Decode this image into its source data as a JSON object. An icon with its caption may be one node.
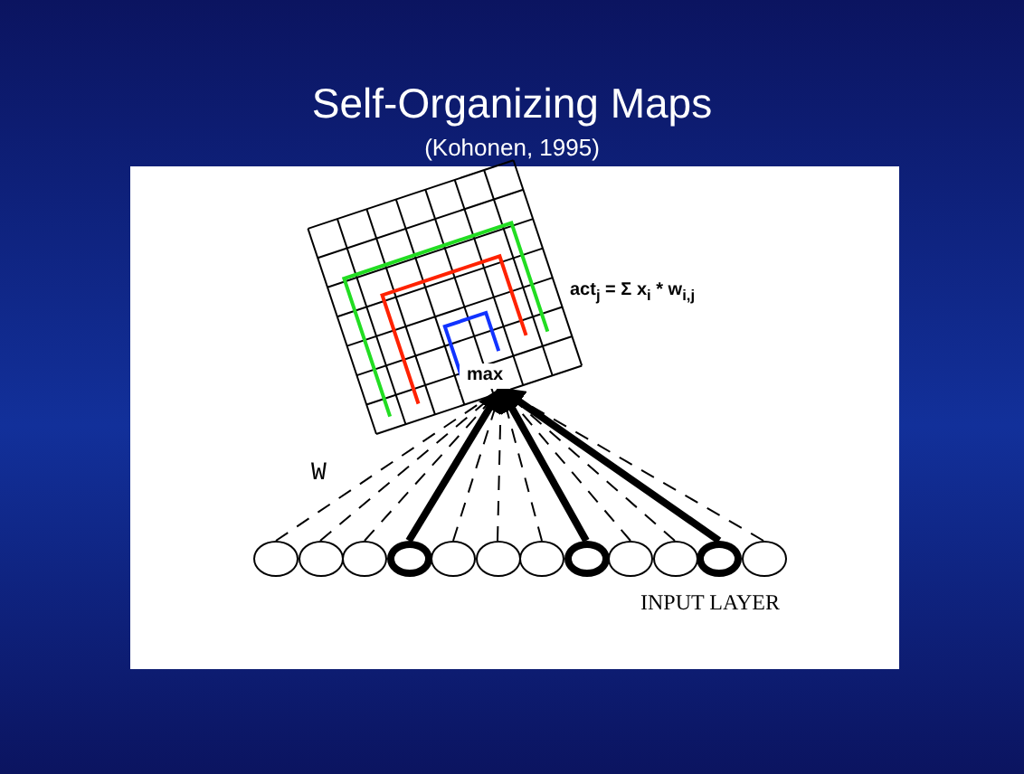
{
  "diagram": {
    "title": "Self-Organizing Maps",
    "nodes": [
      {
        "text": [
          "max"
        ]
      },
      {
        "text": [],
        "shape": "circle"
      },
      {
        "text": [],
        "shape": "circle"
      },
      {
        "text": [],
        "shape": "circle"
      },
      {
        "text": [],
        "shape": "circle"
      },
      {
        "text": [],
        "shape": "circle"
      },
      {
        "text": [],
        "shape": "circle"
      },
      {
        "text": [],
        "shape": "circle"
      },
      {
        "text": [],
        "shape": "circle"
      },
      {
        "text": [],
        "shape": "circle"
      },
      {
        "text": [],
        "shape": "circle"
      },
      {
        "text": [],
        "shape": "circle"
      },
      {
        "text": [],
        "shape": "circle"
      }
    ],
    "edges": [
      {
        "from": 1,
        "to": 0,
        "arrow": "none",
        "style": "dashed"
      },
      {
        "from": 2,
        "to": 0,
        "arrow": "none",
        "style": "dashed"
      },
      {
        "from": 3,
        "to": 0,
        "arrow": "none",
        "style": "dashed"
      },
      {
        "from": 4,
        "to": 0,
        "arrow": "to",
        "style": "thick"
      },
      {
        "from": 5,
        "to": 0,
        "arrow": "none",
        "style": "dashed"
      },
      {
        "from": 6,
        "to": 0,
        "arrow": "none",
        "style": "dashed"
      },
      {
        "from": 7,
        "to": 0,
        "arrow": "none",
        "style": "dashed"
      },
      {
        "from": 8,
        "to": 0,
        "arrow": "to",
        "style": "thick"
      },
      {
        "from": 9,
        "to": 0,
        "arrow": "none",
        "style": "dashed"
      },
      {
        "from": 10,
        "to": 0,
        "arrow": "none",
        "style": "dashed"
      },
      {
        "from": 11,
        "to": 0,
        "arrow": "to",
        "style": "thick"
      },
      {
        "from": 12,
        "to": 0,
        "arrow": "none",
        "style": "dashed"
      }
    ],
    "labels": [
      "(Kohonen, 1995)",
      "act$_{j}$ = Σ x$_{i}$ * w$_{i,j}$",
      "W",
      "INPUT LAYER"
    ]
  }
}
